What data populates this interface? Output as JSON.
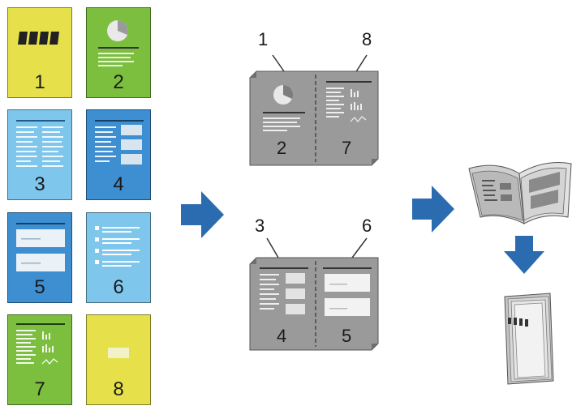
{
  "pages": [
    {
      "number": "1",
      "color": "#e6e14a"
    },
    {
      "number": "2",
      "color": "#7cbf3f"
    },
    {
      "number": "3",
      "color": "#7fc6ec"
    },
    {
      "number": "4",
      "color": "#3d8fd1"
    },
    {
      "number": "5",
      "color": "#3d8fd1"
    },
    {
      "number": "6",
      "color": "#7fc6ec"
    },
    {
      "number": "7",
      "color": "#7cbf3f"
    },
    {
      "number": "8",
      "color": "#e6e14a"
    }
  ],
  "sheet1": {
    "top_left_label": "1",
    "top_right_label": "8",
    "left_page": "2",
    "right_page": "7"
  },
  "sheet2": {
    "top_left_label": "3",
    "top_right_label": "6",
    "left_page": "4",
    "right_page": "5"
  },
  "colors": {
    "arrow": "#2b6cb0",
    "sheet": "#9a9a9a",
    "sheet_dark": "#6f6f6f"
  }
}
